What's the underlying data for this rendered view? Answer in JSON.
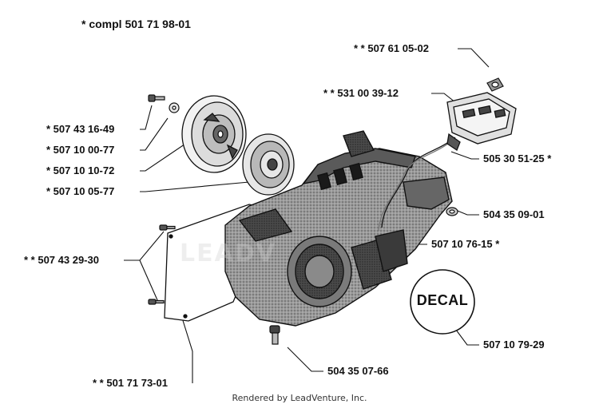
{
  "kit_label": "* compl 501 71 98-01",
  "parts": {
    "p_50761": "* * 507 61 05-02",
    "p_53100": "* * 531 00 39-12",
    "p_50743_16": "* 507 43 16-49",
    "p_50710_00": "* 507 10 00-77",
    "p_50710_10": "* 507 10 10-72",
    "p_50710_05": "* 507 10 05-77",
    "p_50530": "505 30 51-25 *",
    "p_50435_09": "504 35 09-01",
    "p_50743_29": "* * 507 43 29-30",
    "p_50710_76": "507 10 76-15 *",
    "p_50710_79": "507 10 79-29",
    "p_50171_73": "* * 501 71 73-01",
    "p_50435_07": "504 35 07-66"
  },
  "decal_text": "DECAL",
  "footer_text": "Rendered by LeadVenture, Inc.",
  "colors": {
    "ink": "#111111",
    "housing_fill": "#8c8c8c",
    "housing_dark": "#3a3a3a",
    "light_fill": "#d8d8d8"
  }
}
